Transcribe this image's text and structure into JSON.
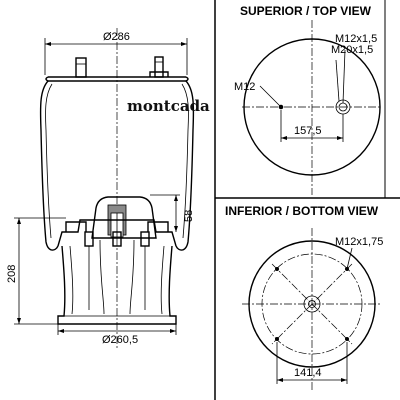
{
  "side_view": {
    "brand": "montcada",
    "dim_top_diameter": "Ø286",
    "dim_height_bottom": "208",
    "dim_bead": "58",
    "dim_bottom_diameter": "Ø260,5"
  },
  "top_view": {
    "title": "SUPERIOR / TOP VIEW",
    "label_m12": "M12",
    "label_m12x15": "M12x1,5",
    "label_m20x15": "M20x1,5",
    "dim_spacing": "157,5"
  },
  "bottom_view": {
    "title": "INFERIOR / BOTTOM VIEW",
    "label_m12x175": "M12x1,75",
    "dim_spacing": "141,4"
  }
}
